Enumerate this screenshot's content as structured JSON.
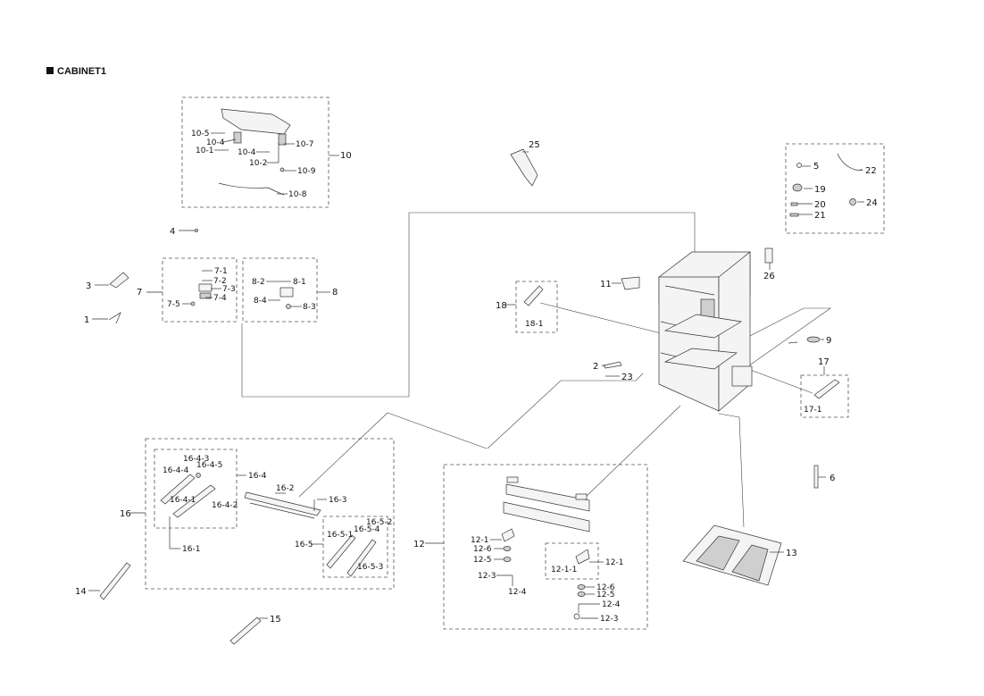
{
  "header": {
    "title": "CABINET1"
  },
  "parts": {
    "p1": "1",
    "p2": "2",
    "p3": "3",
    "p4": "4",
    "p5": "5",
    "p6": "6",
    "p7": "7",
    "p7_1": "7-1",
    "p7_2": "7-2",
    "p7_3": "7-3",
    "p7_4": "7-4",
    "p7_5": "7-5",
    "p8": "8",
    "p8_1": "8-1",
    "p8_2": "8-2",
    "p8_3": "8-3",
    "p8_4": "8-4",
    "p9": "9",
    "p10": "10",
    "p10_1": "10-1",
    "p10_2": "10-2",
    "p10_4a": "10-4",
    "p10_4b": "10-4",
    "p10_5": "10-5",
    "p10_7": "10-7",
    "p10_8": "10-8",
    "p10_9": "10-9",
    "p11": "11",
    "p12": "12",
    "p12_1a": "12-1",
    "p12_1b": "12-1",
    "p12_1_1": "12-1-1",
    "p12_3a": "12-3",
    "p12_3b": "12-3",
    "p12_4a": "12-4",
    "p12_4b": "12-4",
    "p12_5a": "12-5",
    "p12_5b": "12-5",
    "p12_6a": "12-6",
    "p12_6b": "12-6",
    "p13": "13",
    "p14": "14",
    "p15": "15",
    "p16": "16",
    "p16_1": "16-1",
    "p16_2": "16-2",
    "p16_3": "16-3",
    "p16_4": "16-4",
    "p16_4_1": "16-4-1",
    "p16_4_2": "16-4-2",
    "p16_4_3": "16-4-3",
    "p16_4_4": "16-4-4",
    "p16_4_5": "16-4-5",
    "p16_5": "16-5",
    "p16_5_1": "16-5-1",
    "p16_5_2": "16-5-2",
    "p16_5_3": "16-5-3",
    "p16_5_4": "16-5-4",
    "p17": "17",
    "p17_1": "17-1",
    "p18": "18",
    "p18_1": "18-1",
    "p19": "19",
    "p20": "20",
    "p21": "21",
    "p22": "22",
    "p23": "23",
    "p24": "24",
    "p25": "25",
    "p26": "26"
  }
}
